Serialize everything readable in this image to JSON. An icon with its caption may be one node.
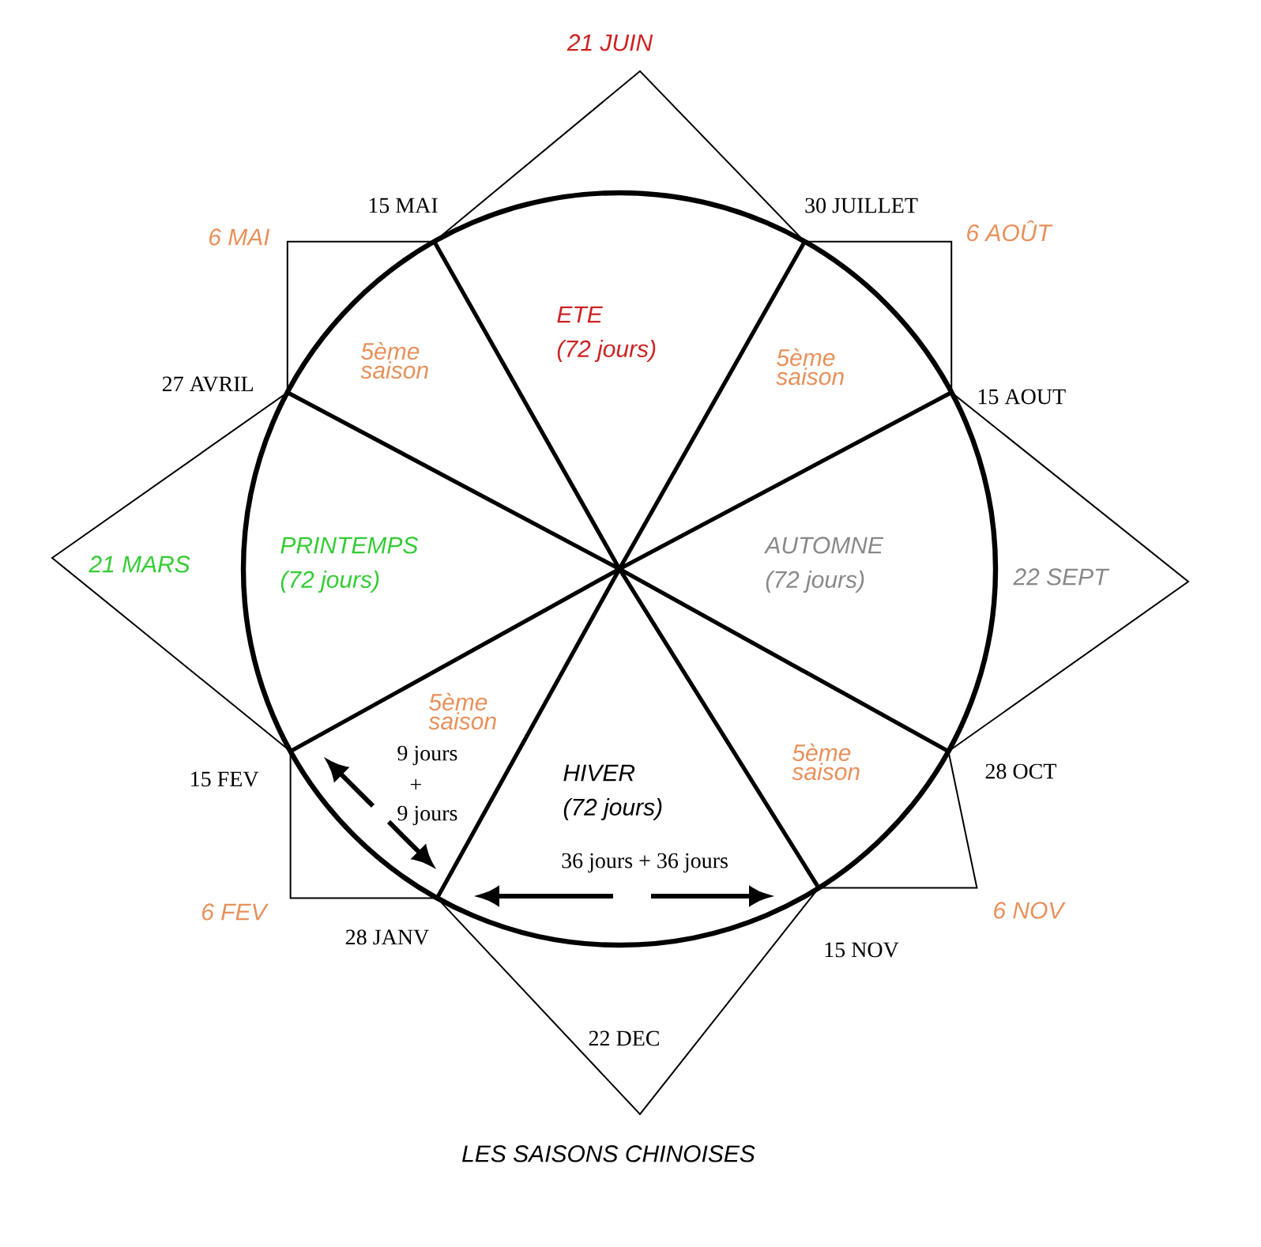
{
  "diagram": {
    "caption": "LES SAISONS CHINOISES",
    "labels": [
      "21 JUIN",
      "15 MAI",
      "30 JUILLET",
      "6 MAI",
      "6 AOÛT",
      "ETE",
      "(72 jours)",
      "5ème saison",
      "5ème saison",
      "27 AVRIL",
      "15 AOUT",
      "PRINTEMPS",
      "AUTOMNE",
      "21 MARS",
      "(72 jours)",
      "(72 jours)",
      "22 SEPT",
      "5ème saison",
      "9 jours",
      "+",
      "9 jours",
      "HIVER",
      "(72 jours)",
      "15 FEV",
      "5ème saison",
      "28 OCT",
      "36 jours + 36 jours",
      "6 FEV",
      "6 NOV",
      "28 JANV",
      "15 NOV",
      "22 DEC"
    ]
  }
}
